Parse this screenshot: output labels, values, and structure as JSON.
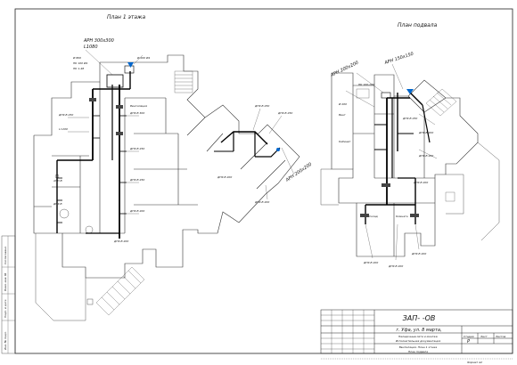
{
  "views": {
    "first_floor_title": "План 1 этажа",
    "basement_title": "План подвала"
  },
  "labels": {
    "arn_300": "АРН 300х300",
    "l_1080": "L1080",
    "arn_200_first": "АРН 200х200",
    "arn_200_base": "АРН 200х200",
    "arn_150": "АРН 150х150"
  },
  "title_block": {
    "doc_code": "ЗАП-          -ОВ",
    "address": "г. Уфа, ул. 8 марта,",
    "desc_1": "Наладочные сети и монтаж",
    "desc_2": "Исполнительная документация",
    "sheet_name_1": "Вентиляция. План 1 этажа",
    "sheet_name_2": "План подвала",
    "stage_label": "Стадия",
    "sheet_label": "Лист",
    "sheets_label": "Листов",
    "stage_value": "Р",
    "format": "Формат  А2"
  },
  "side_stamp": {
    "text_1": "Согласовано",
    "text_2": "Взам. инв. №",
    "text_3": "Подп. и дата",
    "text_4": "Инв. № подл."
  }
}
